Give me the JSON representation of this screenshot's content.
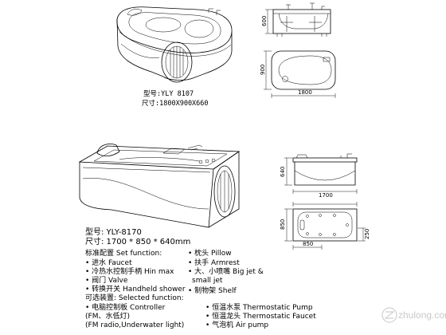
{
  "tub_8107": {
    "model": "型号:YLY 8107",
    "size": "尺寸:1800X900X660",
    "dims": {
      "height": "600",
      "width": "900",
      "length": "1800"
    }
  },
  "tub_8170": {
    "dims": {
      "height": "640",
      "length": "1700",
      "width": "850",
      "edge": "250",
      "offset": "850"
    }
  },
  "spec_sheet": {
    "model": "型号: YLY-8170",
    "size": "尺寸: 1700 * 850 * 640mm",
    "standard_title": "标准配置 Set function:",
    "standard_left": [
      "• 进水 Faucet",
      "• 冷热水控制手柄 Hin max",
      "• 阀门 Valve",
      "• 转换开关 Handheld shower"
    ],
    "standard_right": [
      "• 枕头 Pillow",
      "• 扶手 Armrest",
      "• 大、小喷嘴 Big jet &",
      "small jet",
      "• 制物架 Shelf"
    ],
    "optional_title": "可选装置: Selected function:",
    "optional_left": [
      "• 电脑控制板 Controller",
      "(FM、水低灯)",
      "(FM radio,Underwater light)"
    ],
    "optional_right": [
      "• 恒温水泵 Thermostatic Pump",
      "• 恒温龙头 Thermostatic Faucet",
      "• 气泡机 Air pump"
    ]
  },
  "watermark": "zhulong.com"
}
